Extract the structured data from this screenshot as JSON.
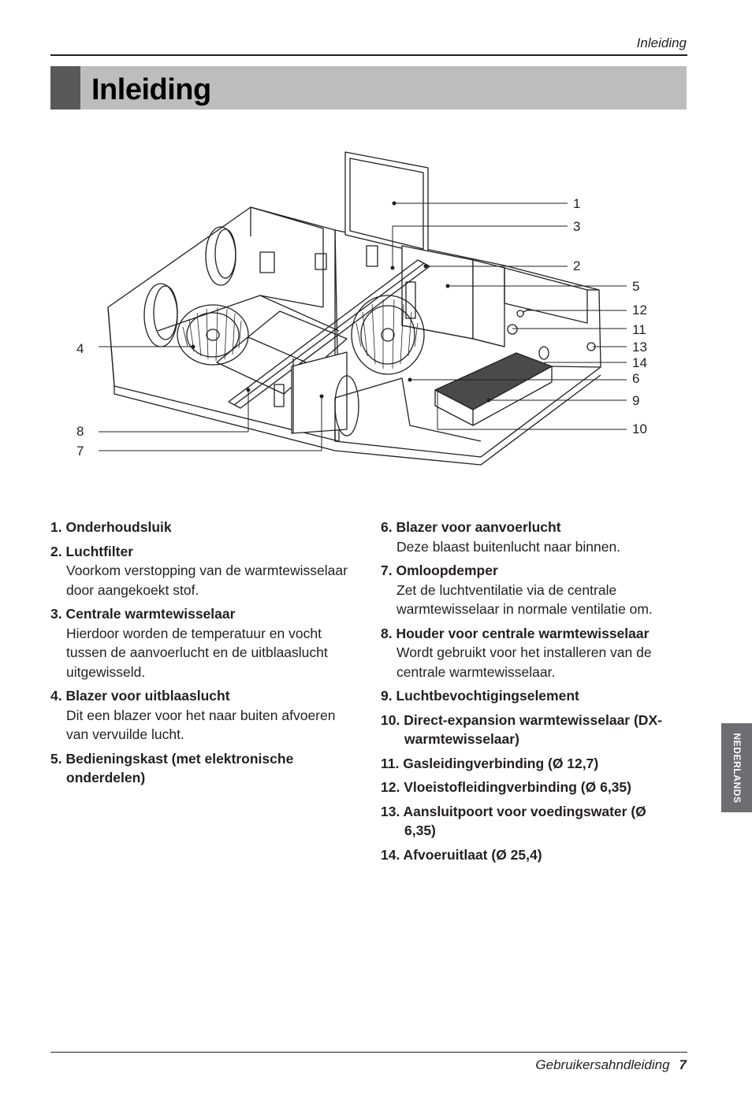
{
  "header": {
    "running_title": "Inleiding"
  },
  "page_title": "Inleiding",
  "callouts": [
    "1",
    "3",
    "2",
    "5",
    "12",
    "11",
    "13",
    "14",
    "6",
    "9",
    "10",
    "4",
    "8",
    "7"
  ],
  "items_left": [
    {
      "title": "1. Onderhoudsluik",
      "desc": ""
    },
    {
      "title": "2. Luchtfilter",
      "desc": "Voorkom verstopping van de warmtewisselaar door aangekoekt stof."
    },
    {
      "title": "3. Centrale warmtewisselaar",
      "desc": "Hierdoor worden de temperatuur en vocht tussen de aanvoerlucht en de uitblaaslucht uitgewisseld."
    },
    {
      "title": "4. Blazer voor uitblaaslucht",
      "desc": "Dit een blazer voor het naar buiten afvoeren van vervuilde lucht."
    },
    {
      "title": "5. Bedieningskast (met elektronische onderdelen)",
      "desc": ""
    }
  ],
  "items_right": [
    {
      "title": "6. Blazer voor aanvoerlucht",
      "desc": "Deze blaast buitenlucht naar binnen."
    },
    {
      "title": "7. Omloopdemper",
      "desc": "Zet de luchtventilatie via de centrale warmtewisselaar in normale ventilatie om."
    },
    {
      "title": "8. Houder voor centrale warmtewisselaar",
      "desc": "Wordt gebruikt voor het installeren van de centrale warmtewisselaar."
    },
    {
      "title": "9. Luchtbevochtigingselement",
      "desc": ""
    },
    {
      "title": "10. Direct-expansion warmtewisselaar (DX-warmtewisselaar)",
      "desc": ""
    },
    {
      "title": "11. Gasleidingverbinding (Ø 12,7)",
      "desc": ""
    },
    {
      "title": "12. Vloeistofleidingverbinding (Ø 6,35)",
      "desc": ""
    },
    {
      "title": "13. Aansluitpoort voor voedingswater (Ø 6,35)",
      "desc": ""
    },
    {
      "title": "14. Afvoeruitlaat (Ø 25,4)",
      "desc": ""
    }
  ],
  "side_tab": "NEDERLANDS",
  "footer": {
    "text": "Gebruikersahndleiding",
    "page_number": "7"
  }
}
